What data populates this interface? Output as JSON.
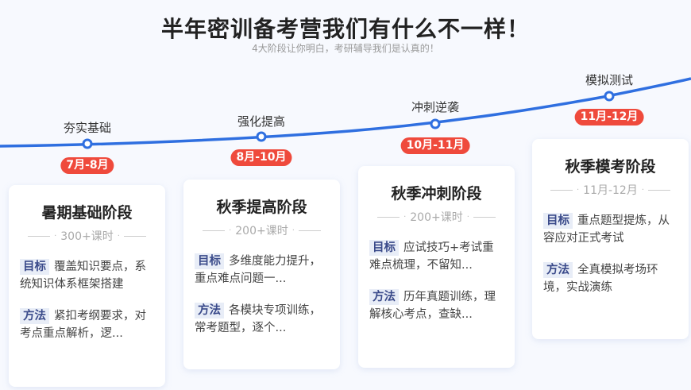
{
  "header": {
    "title": "半年密训备考营我们有什么不一样！",
    "subtitle": "4大阶段让你明白，考研辅导我们是认真的！"
  },
  "colors": {
    "curve": "#2f6fe0",
    "pill": "#ef4a3c",
    "tag_bg": "#e8edf7",
    "tag_text": "#3a4a8a"
  },
  "timeline": [
    {
      "label": "夯实基础",
      "date": "7月-8月"
    },
    {
      "label": "强化提高",
      "date": "8月-10月"
    },
    {
      "label": "冲刺逆袭",
      "date": "10月-11月"
    },
    {
      "label": "模拟测试",
      "date": "11月-12月"
    }
  ],
  "cards": [
    {
      "title": "暑期基础阶段",
      "sub": "300+课时",
      "goal_tag": "目标",
      "goal": "覆盖知识要点，系统知识体系框架搭建",
      "method_tag": "方法",
      "method": "紧扣考纲要求，对考点重点解析，逻..."
    },
    {
      "title": "秋季提高阶段",
      "sub": "200+课时",
      "goal_tag": "目标",
      "goal": "多维度能力提升，重点难点问题一...",
      "method_tag": "方法",
      "method": "各模块专项训练，常考题型，逐个..."
    },
    {
      "title": "秋季冲刺阶段",
      "sub": "200+课时",
      "goal_tag": "目标",
      "goal": "应试技巧+考试重难点梳理，不留知...",
      "method_tag": "方法",
      "method": "历年真题训练，理解核心考点，查缺..."
    },
    {
      "title": "秋季模考阶段",
      "sub": "11月-12月",
      "goal_tag": "目标",
      "goal": "重点题型提炼，从容应对正式考试",
      "method_tag": "方法",
      "method": "全真模拟考场环境，实战演练"
    }
  ]
}
